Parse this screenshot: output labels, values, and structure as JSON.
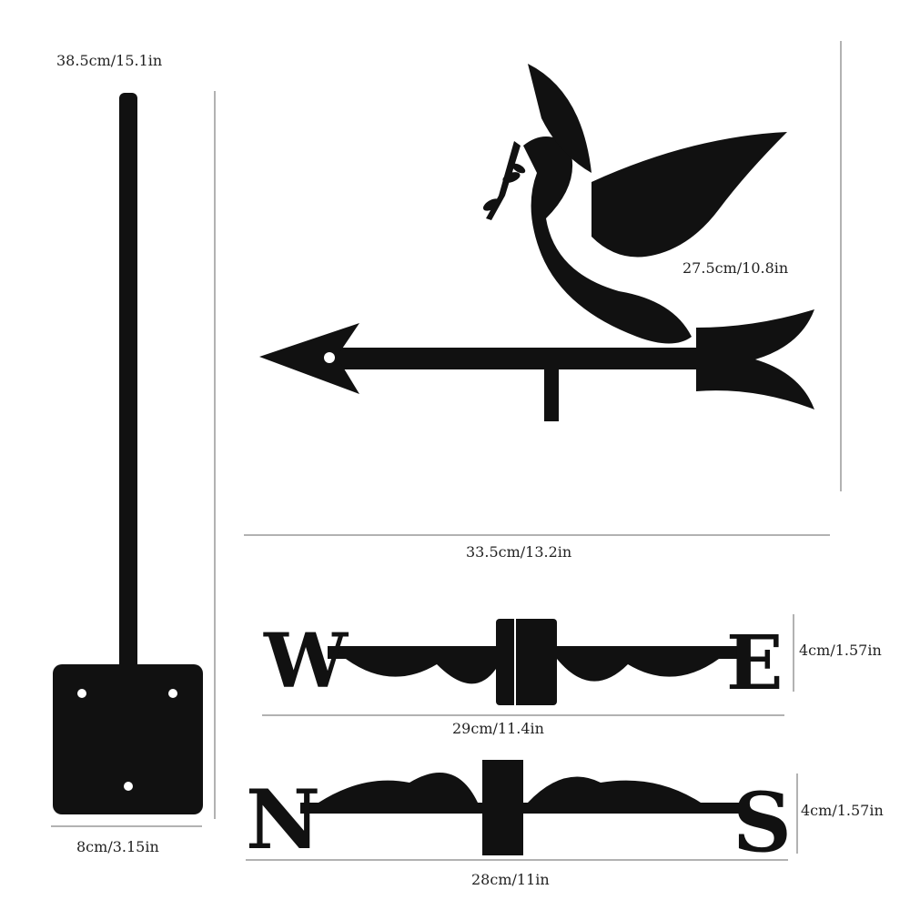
{
  "dimensions": {
    "pole_height": "38.5cm/15.1in",
    "base_width": "8cm/3.15in",
    "vane_height": "27.5cm/10.8in",
    "vane_width": "33.5cm/13.2in",
    "we_height": "4cm/1.57in",
    "we_width": "29cm/11.4in",
    "ns_height": "4cm/1.57in",
    "ns_width": "28cm/11in"
  },
  "directions": {
    "west": "W",
    "east": "E",
    "north": "N",
    "south": "S"
  },
  "colors": {
    "metal": "#111111",
    "line": "#555555"
  }
}
